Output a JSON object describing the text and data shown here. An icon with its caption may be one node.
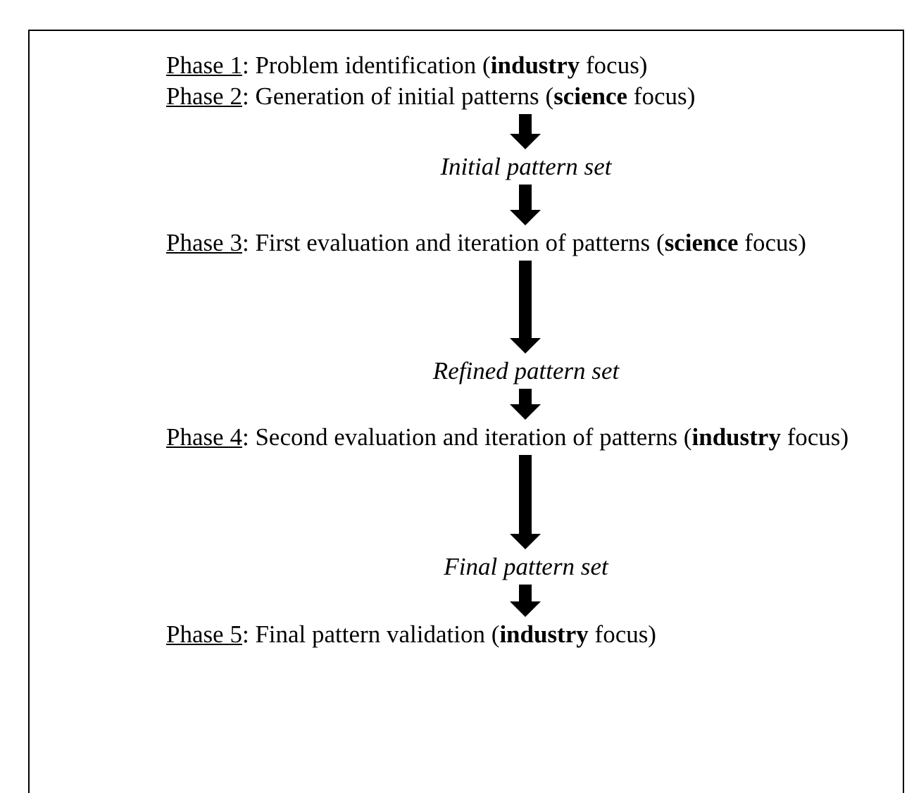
{
  "diagram": {
    "nodes": [
      {
        "text": [
          "Phase 1",
          ": Problem identification (**industry** focus)"
        ]
      },
      {
        "text": [
          "Phase 2",
          ": Generation of initial patterns (**science** focus)"
        ]
      },
      {
        "text": [
          "Initial pattern set"
        ]
      },
      {
        "text": [
          "Phase 3",
          ": First evaluation and iteration of patterns (**science** focus)"
        ]
      },
      {
        "text": [
          "Refined pattern set"
        ]
      },
      {
        "text": [
          "Phase 4",
          ": Second evaluation and iteration of patterns (**industry** focus)"
        ]
      },
      {
        "text": [
          "Final pattern set"
        ]
      },
      {
        "text": [
          "Phase 5",
          ": Final pattern validation (**industry** focus)"
        ]
      }
    ],
    "edges": [
      {
        "from": 1,
        "to": 2,
        "arrow": "to"
      },
      {
        "from": 2,
        "to": 3,
        "arrow": "to"
      },
      {
        "from": 3,
        "to": 4,
        "arrow": "to"
      },
      {
        "from": 4,
        "to": 5,
        "arrow": "to"
      },
      {
        "from": 5,
        "to": 6,
        "arrow": "to"
      },
      {
        "from": 6,
        "to": 7,
        "arrow": "to"
      }
    ]
  }
}
